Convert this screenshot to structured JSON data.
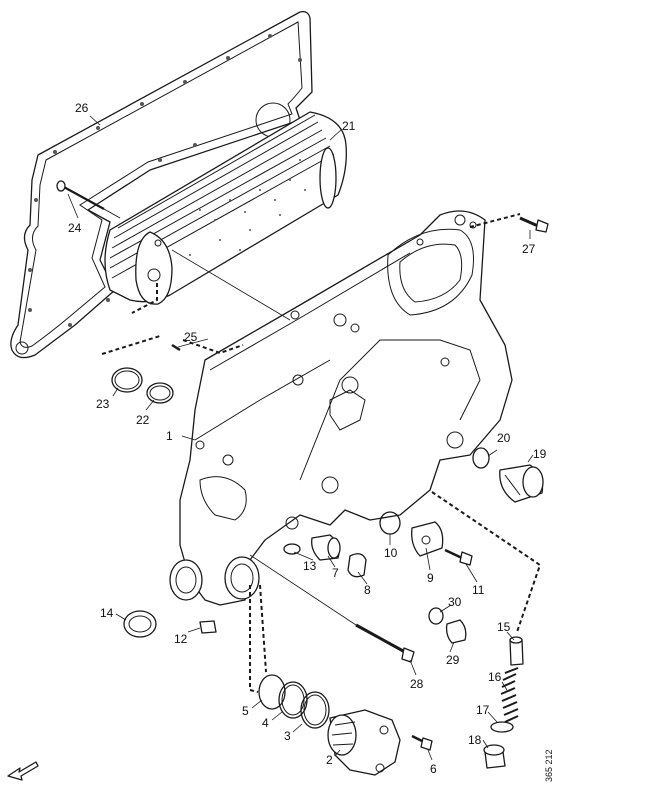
{
  "diagram": {
    "reference_number": "365 212",
    "callouts": [
      {
        "id": "c1",
        "label": "1"
      },
      {
        "id": "c2",
        "label": "2"
      },
      {
        "id": "c3",
        "label": "3"
      },
      {
        "id": "c4",
        "label": "4"
      },
      {
        "id": "c5",
        "label": "5"
      },
      {
        "id": "c6",
        "label": "6"
      },
      {
        "id": "c7",
        "label": "7"
      },
      {
        "id": "c8",
        "label": "8"
      },
      {
        "id": "c9",
        "label": "9"
      },
      {
        "id": "c10",
        "label": "10"
      },
      {
        "id": "c11",
        "label": "11"
      },
      {
        "id": "c12",
        "label": "12"
      },
      {
        "id": "c13",
        "label": "13"
      },
      {
        "id": "c14",
        "label": "14"
      },
      {
        "id": "c15",
        "label": "15"
      },
      {
        "id": "c16",
        "label": "16"
      },
      {
        "id": "c17",
        "label": "17"
      },
      {
        "id": "c18",
        "label": "18"
      },
      {
        "id": "c19",
        "label": "19"
      },
      {
        "id": "c20",
        "label": "20"
      },
      {
        "id": "c21",
        "label": "21"
      },
      {
        "id": "c22",
        "label": "22"
      },
      {
        "id": "c23",
        "label": "23"
      },
      {
        "id": "c24",
        "label": "24"
      },
      {
        "id": "c25",
        "label": "25"
      },
      {
        "id": "c26",
        "label": "26"
      },
      {
        "id": "c27",
        "label": "27"
      },
      {
        "id": "c28",
        "label": "28"
      },
      {
        "id": "c29",
        "label": "29"
      },
      {
        "id": "c30",
        "label": "30"
      }
    ]
  }
}
